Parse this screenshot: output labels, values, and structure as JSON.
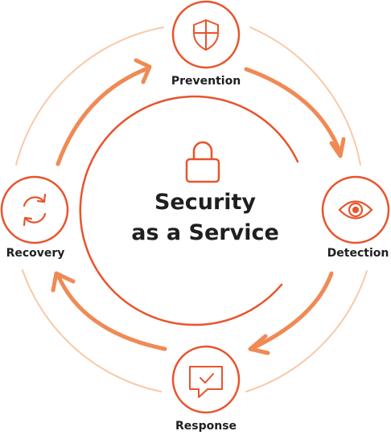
{
  "title": {
    "line1": "Security",
    "line2": "as a Service"
  },
  "nodes": {
    "prevention": {
      "label": "Prevention",
      "icon": "shield-icon"
    },
    "detection": {
      "label": "Detection",
      "icon": "eye-icon"
    },
    "response": {
      "label": "Response",
      "icon": "chat-check-icon"
    },
    "recovery": {
      "label": "Recovery",
      "icon": "refresh-icon"
    }
  },
  "center_icon": "lock-icon",
  "colors": {
    "accent": "#e8542c",
    "arrow": "#f08a55",
    "ring": "#f8c9a8",
    "text": "#1f1f1f"
  }
}
